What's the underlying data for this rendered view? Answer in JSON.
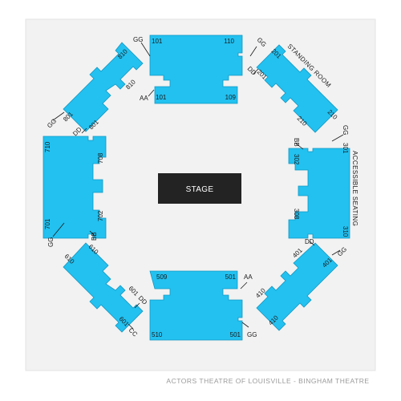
{
  "colors": {
    "background": "#ffffff",
    "floor": "#f2f2f2",
    "section_fill": "#22c1f0",
    "section_stroke": "#1597c2",
    "stage_fill": "#232323",
    "text": "#1a1a1a",
    "title_text": "#9a9a9a"
  },
  "venue_title": "ACTORS THEATRE OF LOUISVILLE - BINGHAM THEATRE",
  "stage": {
    "label": "STAGE"
  },
  "areas": {
    "standing_room": "STANDING ROOM",
    "accessible_seating": "ACCESSIBLE SEATING"
  },
  "sections": [
    {
      "id": "100",
      "seat_labels": [
        "101",
        "110",
        "101",
        "109"
      ]
    },
    {
      "id": "200",
      "seat_labels": [
        "201",
        "201",
        "210",
        "210"
      ]
    },
    {
      "id": "300",
      "seat_labels": [
        "301",
        "302",
        "308",
        "310"
      ]
    },
    {
      "id": "400",
      "seat_labels": [
        "401",
        "401",
        "410",
        "410"
      ]
    },
    {
      "id": "500",
      "seat_labels": [
        "509",
        "501",
        "510",
        "501"
      ]
    },
    {
      "id": "600",
      "seat_labels": [
        "601",
        "601",
        "610",
        "610"
      ]
    },
    {
      "id": "700",
      "seat_labels": [
        "701",
        "702",
        "710",
        "708"
      ]
    },
    {
      "id": "800",
      "seat_labels": [
        "801",
        "801",
        "810",
        "810"
      ]
    }
  ],
  "row_labels": {
    "s100": [
      "GG",
      "AA"
    ],
    "s200": [
      "GG",
      "DD"
    ],
    "s300": [
      "GG",
      "BB"
    ],
    "s400": [
      "DD",
      "GG"
    ],
    "s500": [
      "AA",
      "GG"
    ],
    "s600": [
      "DD",
      "CC"
    ],
    "s700": [
      "GG",
      "BB"
    ],
    "s800": [
      "GG",
      "DD"
    ]
  }
}
